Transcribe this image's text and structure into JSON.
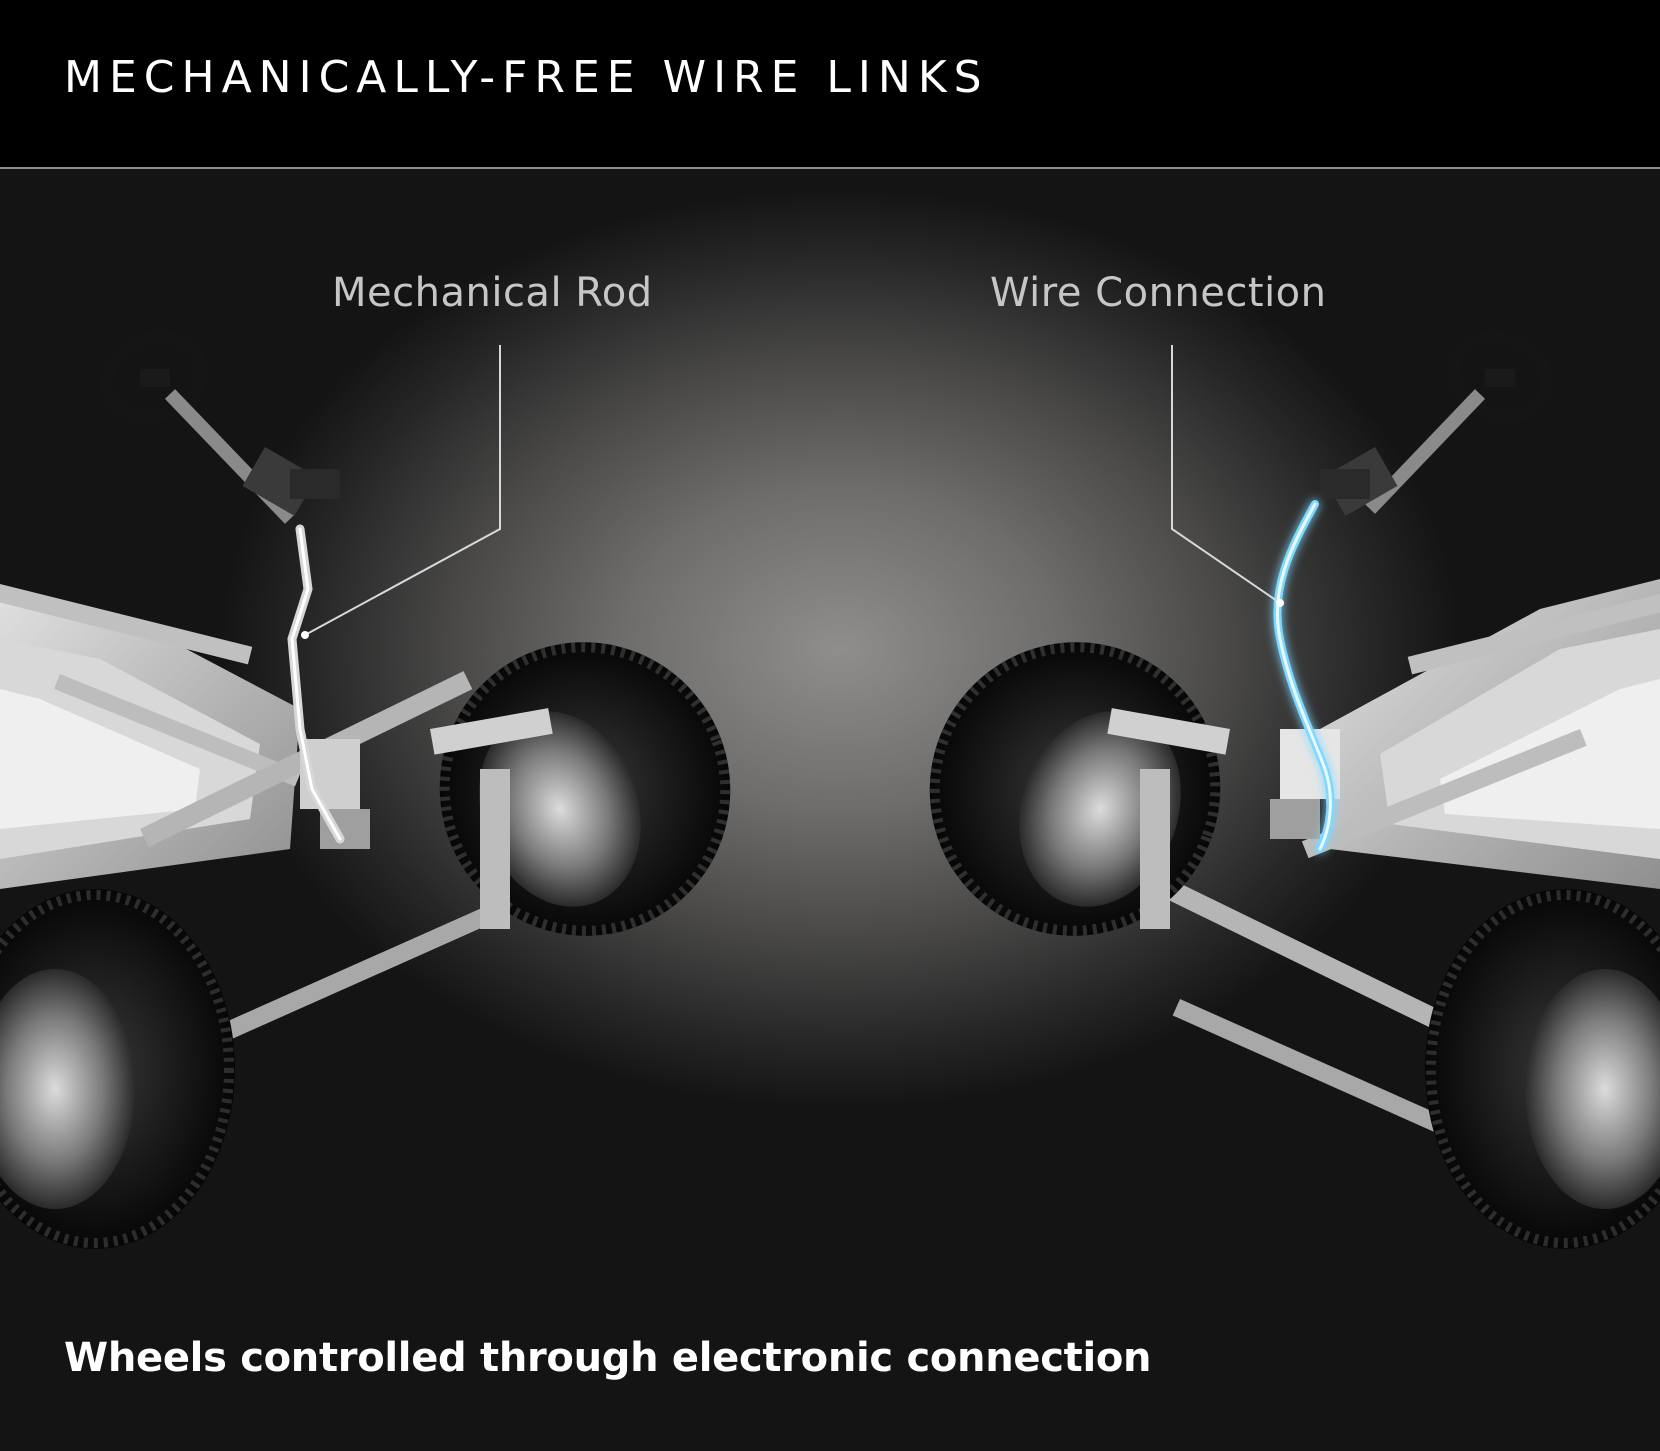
{
  "header": {
    "title": "MECHANICALLY-FREE WIRE LINKS"
  },
  "callouts": {
    "left_label": "Mechanical Rod",
    "right_label": "Wire Connection"
  },
  "caption": {
    "text": "Wheels controlled through electronic connection"
  },
  "colors": {
    "background": "#000000",
    "title_text": "#ffffff",
    "callout_text": "#c6c6c6",
    "wire_glow": "#7fd8ff"
  }
}
